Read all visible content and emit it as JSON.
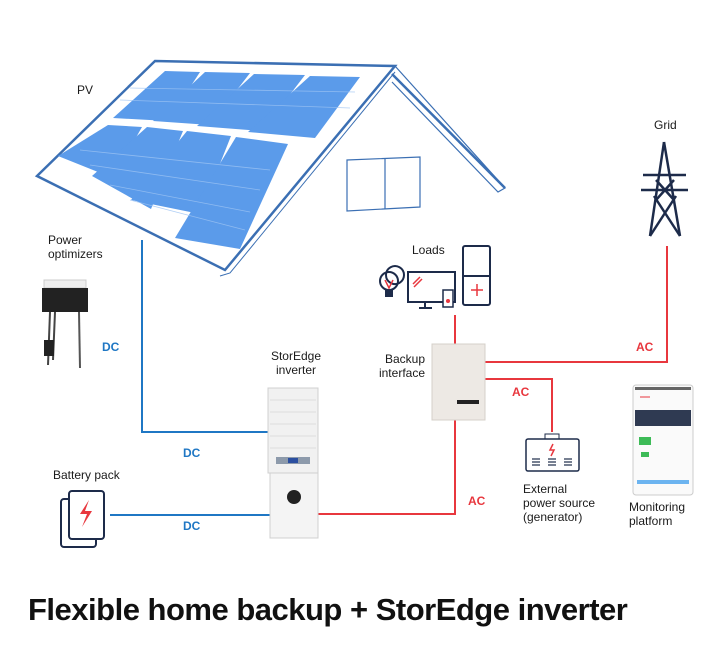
{
  "title": "Flexible home backup + StorEdge inverter",
  "colors": {
    "dc_line": "#1f77c4",
    "ac_line": "#e8373e",
    "panel_blue": "#5b9bea",
    "house_outline": "#3b6fb3",
    "icon_dark": "#1d2b4a"
  },
  "components": {
    "pv": {
      "label": "PV",
      "icon": "solar-panel-array"
    },
    "power_optimizers": {
      "label_line1": "Power",
      "label_line2": "optimizers",
      "icon": "power-optimizer"
    },
    "grid": {
      "label": "Grid",
      "icon": "transmission-tower"
    },
    "loads": {
      "label": "Loads",
      "icons": [
        "light-bulb",
        "tv-monitor",
        "refrigerator"
      ]
    },
    "storedge_inverter": {
      "label_line1": "StorEdge",
      "label_line2": "inverter",
      "icon": "inverter"
    },
    "backup_interface": {
      "label_line1": "Backup",
      "label_line2": "interface",
      "icon": "backup-interface-box"
    },
    "battery_pack": {
      "label": "Battery pack",
      "icon": "battery-lightning"
    },
    "external_power": {
      "label_line1": "External",
      "label_line2": "power source",
      "label_line3": "(generator)",
      "icon": "generator"
    },
    "monitoring": {
      "label_line1": "Monitoring",
      "label_line2": "platform",
      "icon": "smartphone-app"
    }
  },
  "connections": {
    "optimizer_dc": "DC",
    "pv_inverter_dc": "DC",
    "battery_inverter_dc": "DC",
    "grid_backup_ac": "AC",
    "generator_backup_ac": "AC",
    "inverter_backup_ac": "AC"
  }
}
